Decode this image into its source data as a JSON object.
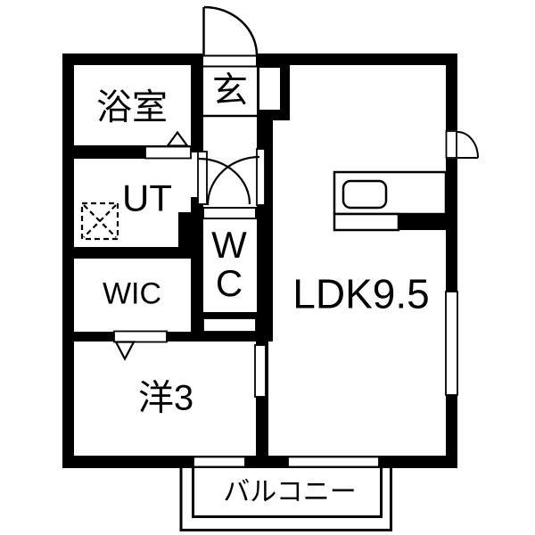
{
  "floorplan": {
    "colors": {
      "wall": "#000000",
      "floor": "#ffffff"
    },
    "rooms": [
      {
        "id": "bathroom",
        "label": "浴室"
      },
      {
        "id": "entrance",
        "label": "玄"
      },
      {
        "id": "utility",
        "label": "UT"
      },
      {
        "id": "toilet",
        "label": "W\nC"
      },
      {
        "id": "walk-in-closet",
        "label": "WIC"
      },
      {
        "id": "western-room",
        "label": "洋3"
      },
      {
        "id": "ldk",
        "label": "LDK9.5"
      },
      {
        "id": "balcony",
        "label": "バルコニー"
      }
    ],
    "fixtures": [
      "entrance-door-swing-icon",
      "kitchen-sink-icon",
      "washing-machine-pan-icon",
      "toilet-door-swing-icon",
      "utility-door-swing-icon",
      "exterior-door-swing-icon",
      "bathroom-door-triangle-icon",
      "closet-door-triangle-icon"
    ]
  }
}
